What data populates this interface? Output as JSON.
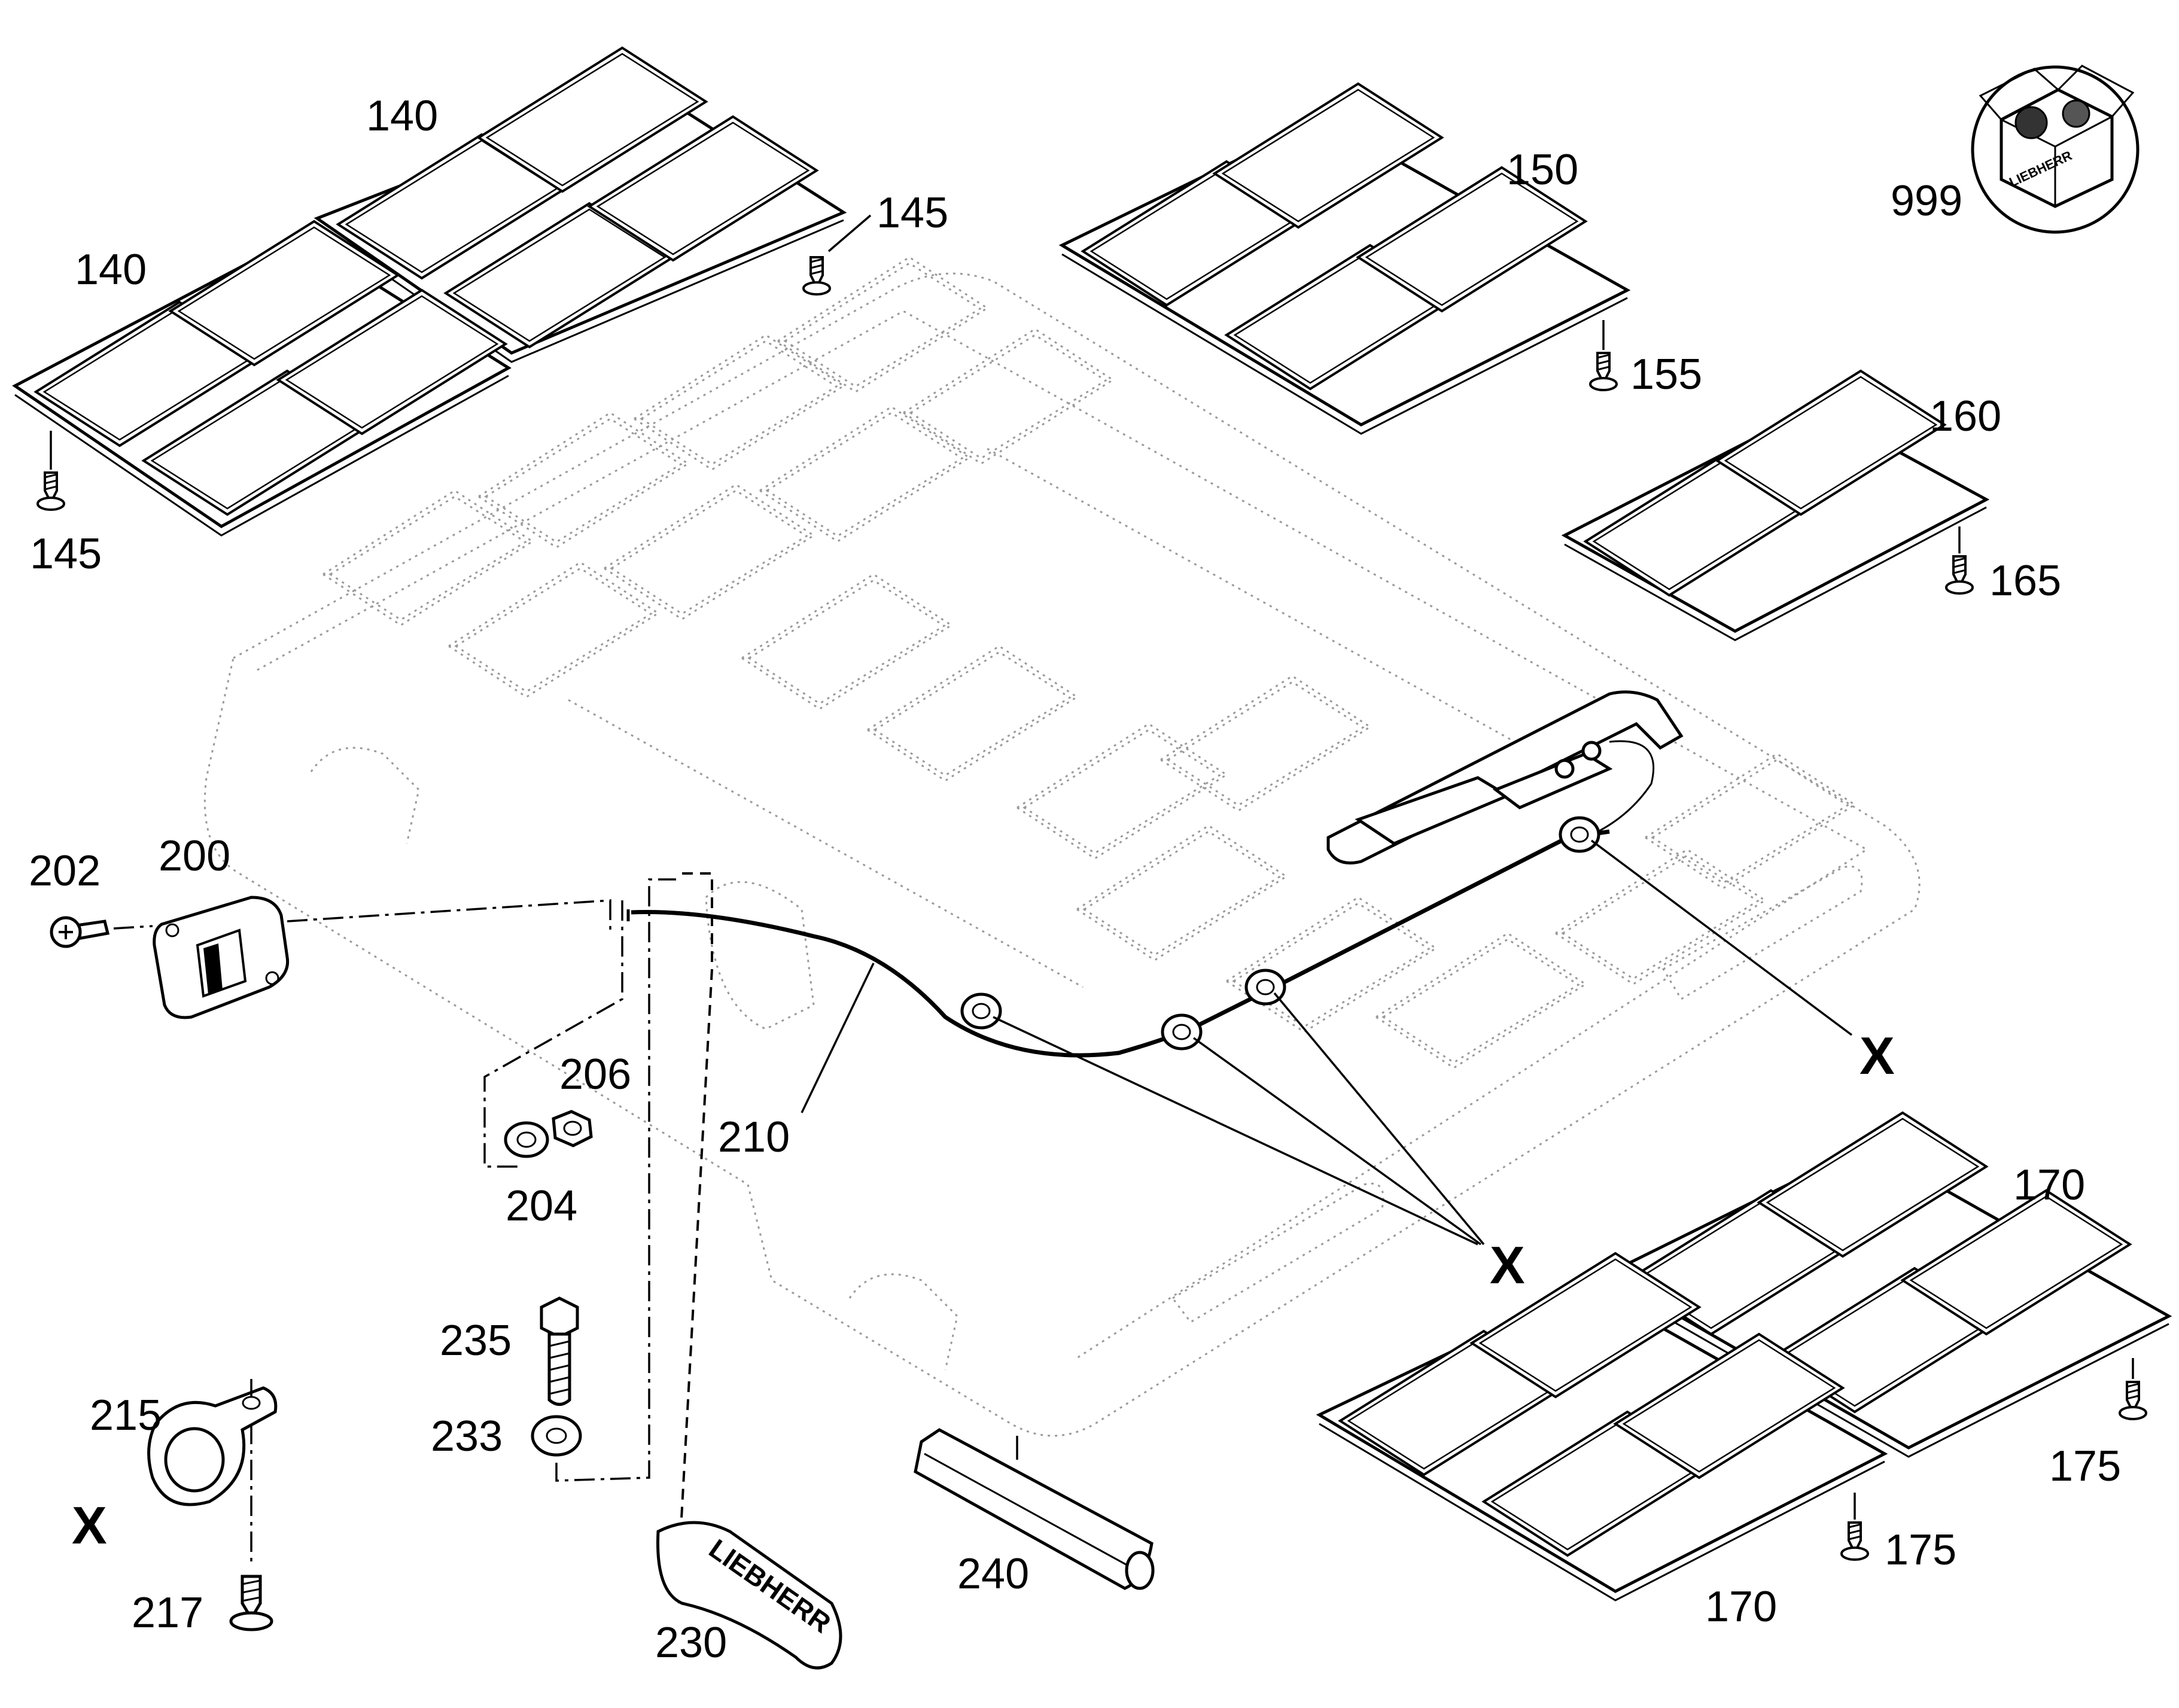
{
  "labels": {
    "l140a": "140",
    "l140b": "140",
    "l145a": "145",
    "l145b": "145",
    "l150": "150",
    "l155": "155",
    "l160": "160",
    "l165": "165",
    "l170a": "170",
    "l170b": "170",
    "l175a": "175",
    "l175b": "175",
    "l200": "200",
    "l202": "202",
    "l204": "204",
    "l206": "206",
    "l210": "210",
    "l215": "215",
    "l217": "217",
    "l230": "230",
    "l233": "233",
    "l235": "235",
    "l240": "240",
    "l999": "999",
    "x1": "X",
    "x2": "X",
    "x3": "X"
  },
  "logo_text": "LIEBHERR",
  "colors": {
    "ink": "#000000",
    "ghost": "#9a9a9a",
    "background": "#ffffff"
  }
}
